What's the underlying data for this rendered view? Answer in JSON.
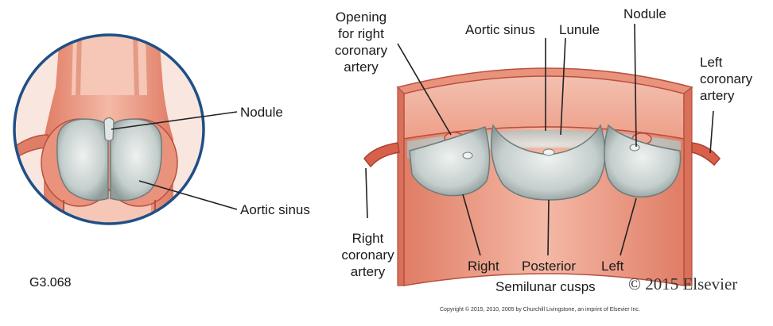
{
  "figure_code": "G3.068",
  "labels": {
    "nodule_left": "Nodule",
    "aortic_sinus_left": "Aortic sinus",
    "opening_right_coronary": [
      "Opening",
      "for right",
      "coronary",
      "artery"
    ],
    "aortic_sinus_top": "Aortic sinus",
    "lunule": "Lunule",
    "nodule_top": "Nodule",
    "left_coronary_artery": [
      "Left",
      "coronary",
      "artery"
    ],
    "right_coronary_artery": [
      "Right",
      "coronary",
      "artery"
    ],
    "cusp_right": "Right",
    "cusp_posterior": "Posterior",
    "cusp_left": "Left",
    "semilunar_cusps": "Semilunar cusps"
  },
  "copyright_mark": "© 2015 Elsevier",
  "copyright_fine": "Copyright © 2015, 2010, 2005 by Churchill Livingstone, an imprint of Elsevier Inc.",
  "colors": {
    "vessel_wall": "#e9937d",
    "vessel_outline": "#b8503f",
    "cusp_fill": "#c9d3d1",
    "lens_border": "#1f4f86",
    "leader": "#222222"
  }
}
